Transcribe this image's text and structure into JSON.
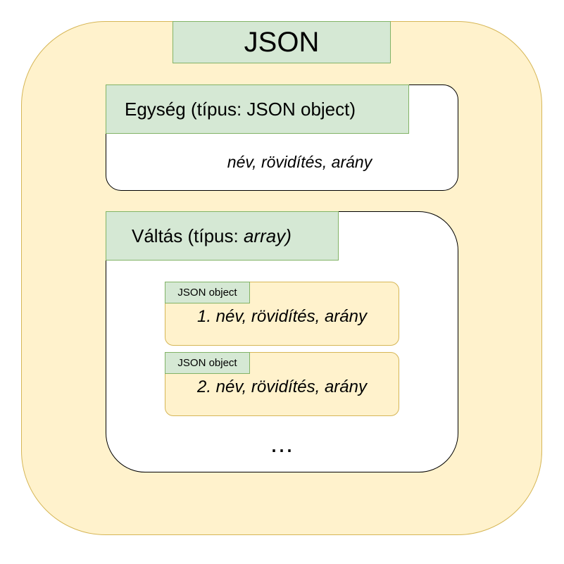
{
  "title": "JSON",
  "unit": {
    "label": "Egység (típus: JSON object)",
    "fields": "név, rövidítés, arány"
  },
  "rates": {
    "label_prefix": "Váltás (típus: ",
    "label_type": "array)",
    "items": [
      {
        "tag": "JSON object",
        "text": "1. név, rövidítés, arány"
      },
      {
        "tag": "JSON object",
        "text": "2. név, rövidítés, arány"
      }
    ],
    "more": "..."
  },
  "colors": {
    "outer_fill": "#fff2cc",
    "outer_stroke": "#d6b656",
    "label_fill": "#d5e8d4",
    "label_stroke": "#82b366"
  }
}
